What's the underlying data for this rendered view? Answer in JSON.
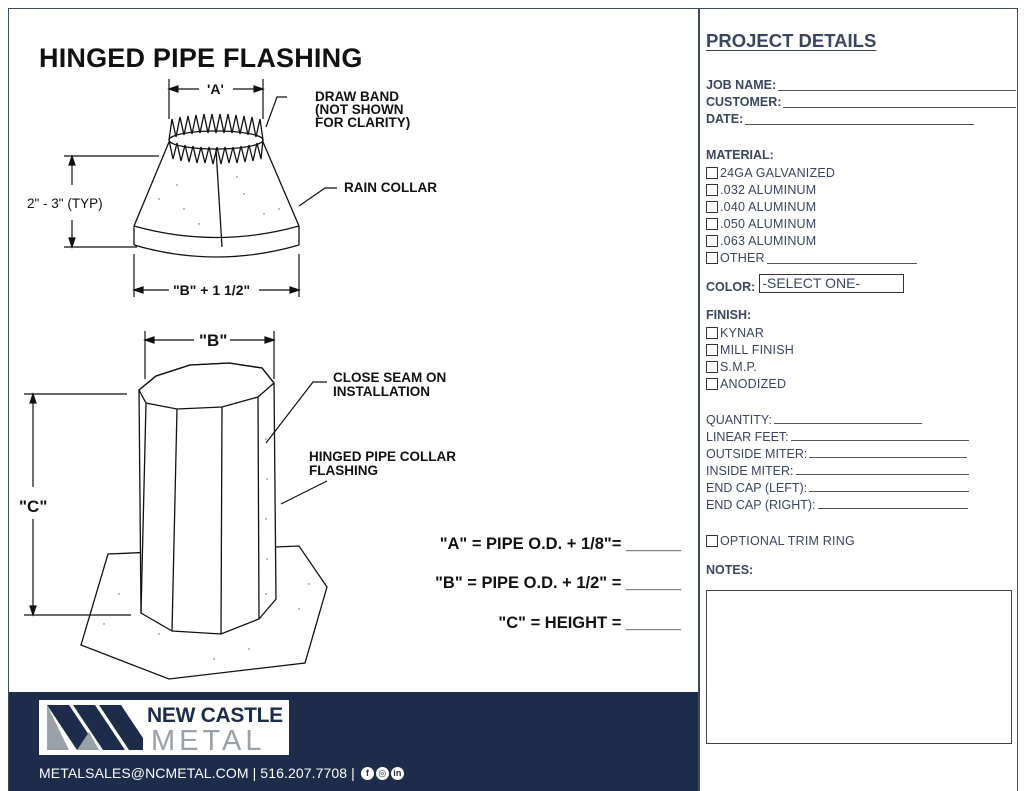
{
  "drawing": {
    "title": "HINGED PIPE FLASHING",
    "labels": {
      "dim_a": "'A'",
      "draw_band_1": "DRAW BAND",
      "draw_band_2": "(NOT SHOWN",
      "draw_band_3": "FOR CLARITY)",
      "rain_collar": "RAIN COLLAR",
      "height_typ": "2\" - 3\"  (TYP)",
      "dim_b_plus": "\"B\" + 1 1/2\"",
      "dim_b": "\"B\"",
      "close_seam_1": "CLOSE SEAM ON",
      "close_seam_2": "INSTALLATION",
      "hinged_collar_1": "HINGED PIPE COLLAR",
      "hinged_collar_2": "FLASHING",
      "dim_c": "\"C\""
    },
    "formulas": {
      "a": "\"A\" = PIPE O.D. + 1/8\"= ______",
      "b": "\"B\" = PIPE O.D. + 1/2\" = ______",
      "c": "\"C\" = HEIGHT = ______"
    }
  },
  "footer": {
    "brand_top": "NEW CASTLE",
    "brand_bottom": "METAL",
    "contact": "METALSALES@NCMETAL.COM | 516.207.7708 |",
    "social_icons": [
      "facebook-icon",
      "instagram-icon",
      "linkedin-icon"
    ],
    "background_color": "#1c2c4a"
  },
  "project": {
    "title": "PROJECT DETAILS",
    "job_name": "JOB NAME:",
    "customer": "CUSTOMER:",
    "date": "DATE:",
    "material_label": "MATERIAL:",
    "materials": [
      "24GA GALVANIZED",
      ".032 ALUMINUM",
      ".040 ALUMINUM",
      ".050 ALUMINUM",
      ".063 ALUMINUM",
      "OTHER"
    ],
    "color_label": "COLOR:",
    "color_value": "-SELECT ONE-",
    "finish_label": "FINISH:",
    "finishes": [
      "KYNAR",
      "MILL FINISH",
      "S.M.P.",
      "ANODIZED"
    ],
    "quantity": "QUANTITY:",
    "linear_feet": "LINEAR FEET:",
    "outside_miter": "OUTSIDE MITER:",
    "inside_miter": "INSIDE MITER:",
    "end_cap_left": "END CAP (LEFT):",
    "end_cap_right": "END CAP (RIGHT):",
    "trim_ring": "OPTIONAL TRIM RING",
    "notes_label": "NOTES:"
  }
}
